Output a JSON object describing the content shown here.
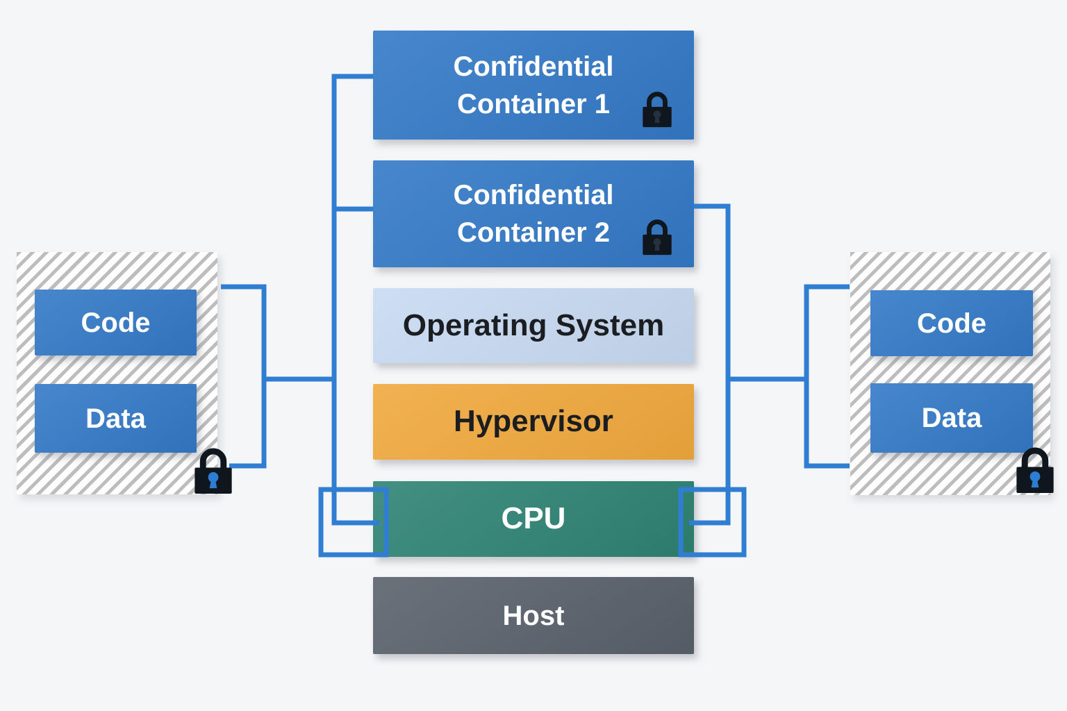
{
  "colors": {
    "bg": "#f5f6f7",
    "box_blue": "#3379c7",
    "os_blue": "#c8dbf3",
    "hypervisor_orange": "#f1a93d",
    "cpu_teal": "#2e8374",
    "host_gray": "#59616b",
    "connector_blue": "#2f7ed2",
    "lock_black": "#10161d",
    "keyhole_blue": "#2d7dd2",
    "hatch_gray": "#bdbdbd",
    "text_dark": "#1b1d20",
    "text_light": "#ffffff"
  },
  "stack": {
    "container1": {
      "line1": "Confidential",
      "line2": "Container 1"
    },
    "container2": {
      "line1": "Confidential",
      "line2": "Container 2"
    },
    "os": {
      "label": "Operating System"
    },
    "hypervisor": {
      "label": "Hypervisor"
    },
    "cpu": {
      "label": "CPU"
    },
    "host": {
      "label": "Host"
    }
  },
  "left_group": {
    "code": "Code",
    "data": "Data"
  },
  "right_group": {
    "code": "Code",
    "data": "Data"
  }
}
